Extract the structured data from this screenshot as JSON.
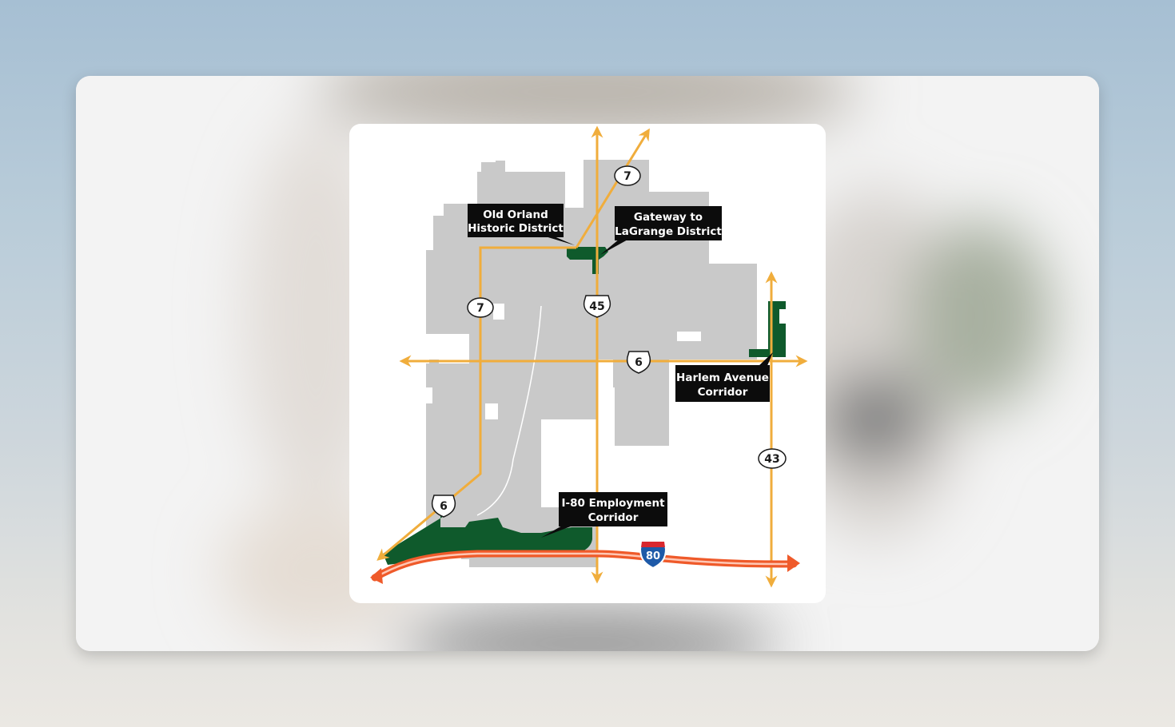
{
  "map": {
    "districts": [
      {
        "id": "old-orland",
        "line1": "Old Orland",
        "line2": "Historic District"
      },
      {
        "id": "gateway",
        "line1": "Gateway to",
        "line2": "LaGrange District"
      },
      {
        "id": "harlem",
        "line1": "Harlem Avenue",
        "line2": "Corridor"
      },
      {
        "id": "i80",
        "line1": "I-80 Employment",
        "line2": "Corridor"
      }
    ],
    "route_shields": {
      "route_7_north": "7",
      "route_7_west": "7",
      "us_45": "45",
      "us_6_east": "6",
      "us_6_southwest": "6",
      "route_43": "43",
      "interstate_80": "80"
    },
    "colors": {
      "land": "#c9c9c9",
      "road": "#f0ad3c",
      "district": "#0f5a2c",
      "interstate": "#ef5a2a",
      "callout": "#0c0c0c"
    }
  }
}
